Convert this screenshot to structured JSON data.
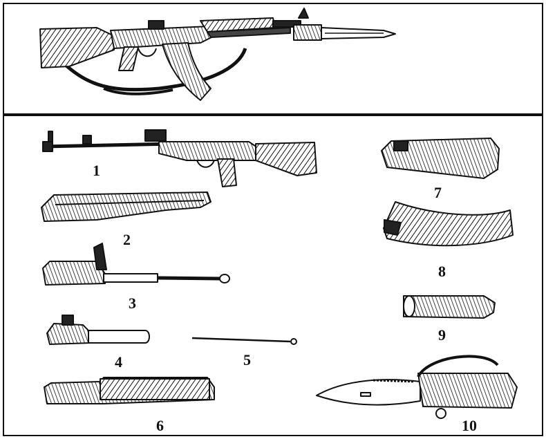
{
  "colors": {
    "ink": "#111111",
    "paper": "#ffffff",
    "shade": "#777777"
  },
  "parts": [
    {
      "id": "p1",
      "label": "1"
    },
    {
      "id": "p2",
      "label": "2"
    },
    {
      "id": "p3",
      "label": "3"
    },
    {
      "id": "p4",
      "label": "4"
    },
    {
      "id": "p5",
      "label": "5"
    },
    {
      "id": "p6",
      "label": "6"
    },
    {
      "id": "p7",
      "label": "7"
    },
    {
      "id": "p8",
      "label": "8"
    },
    {
      "id": "p9",
      "label": "9"
    },
    {
      "id": "p10",
      "label": "10"
    }
  ]
}
